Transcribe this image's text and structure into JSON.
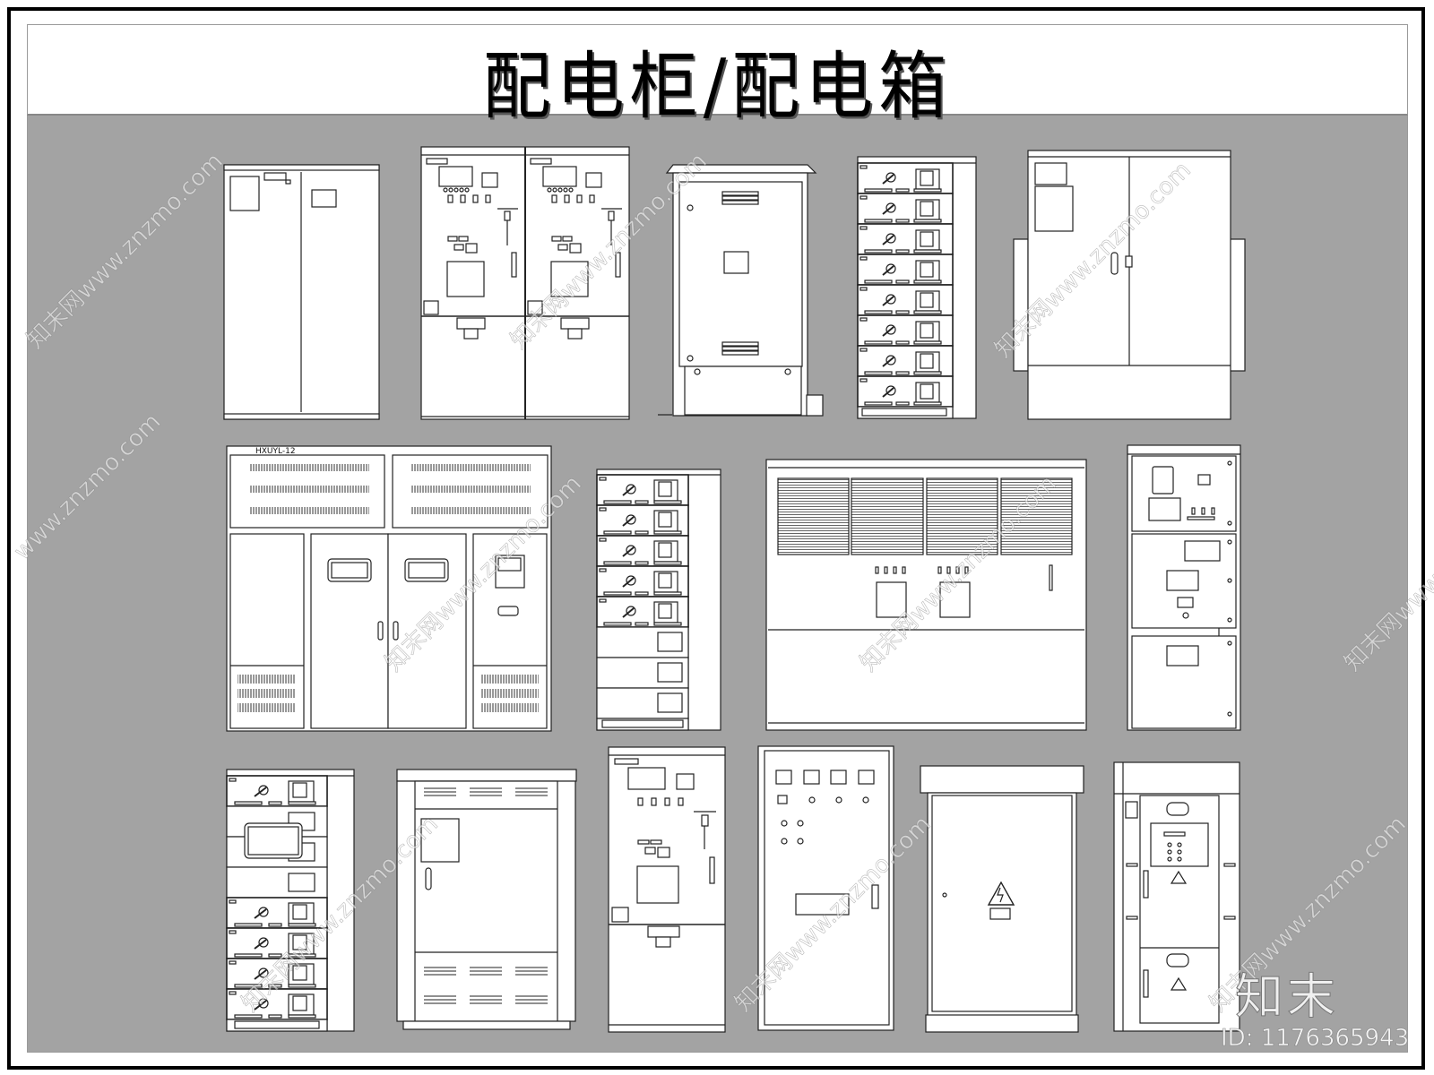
{
  "title": "配电柜/配电箱",
  "brand": {
    "logo_text": "知末",
    "id_label": "ID: 1176365943"
  },
  "watermark": {
    "text": "知末网www.znzmo.com",
    "short": "www.znzmo.com"
  },
  "colors": {
    "background": "#a3a3a3",
    "line": "#222222",
    "fill": "#ffffff",
    "frame": "#000000"
  },
  "cabinets": [
    {
      "id": "c1",
      "name": "double-door-cabinet",
      "row": 1
    },
    {
      "id": "c2",
      "name": "hv-switchgear-pair",
      "row": 1
    },
    {
      "id": "c3",
      "name": "outdoor-box-with-roof",
      "row": 1
    },
    {
      "id": "c4",
      "name": "drawer-cabinet-8",
      "row": 1
    },
    {
      "id": "c5",
      "name": "outdoor-double-door-cabinet",
      "row": 1
    },
    {
      "id": "c6",
      "name": "box-substation",
      "row": 2,
      "label": "HXUYL-12"
    },
    {
      "id": "c7",
      "name": "drawer-cabinet-5",
      "row": 2
    },
    {
      "id": "c8",
      "name": "louvered-control-panel",
      "row": 2
    },
    {
      "id": "c9",
      "name": "three-section-switchgear",
      "row": 2
    },
    {
      "id": "c10",
      "name": "drawer-cabinet-hmi",
      "row": 3
    },
    {
      "id": "c11",
      "name": "vented-outdoor-cabinet",
      "row": 3
    },
    {
      "id": "c12",
      "name": "hv-switchgear-single",
      "row": 3
    },
    {
      "id": "c13",
      "name": "meter-control-cabinet",
      "row": 3
    },
    {
      "id": "c14",
      "name": "warning-box",
      "row": 3
    },
    {
      "id": "c15",
      "name": "ring-main-unit",
      "row": 3
    }
  ]
}
